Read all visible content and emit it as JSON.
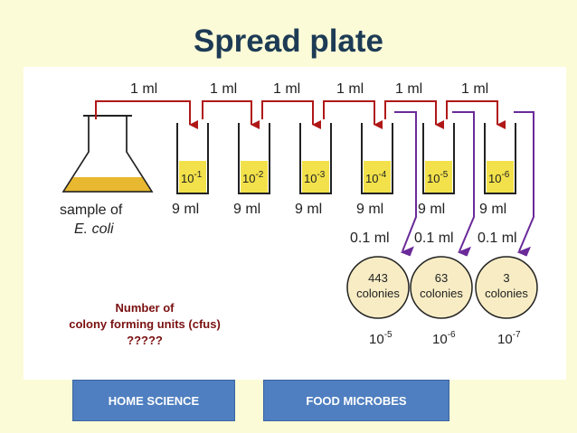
{
  "title": "Spread plate",
  "transfer_volume": "1 ml",
  "flask_label_line1": "sample of",
  "flask_label_line2": "E. coli",
  "tubes": [
    {
      "base": "10",
      "exp": "-1",
      "volume": "9 ml"
    },
    {
      "base": "10",
      "exp": "-2",
      "volume": "9 ml"
    },
    {
      "base": "10",
      "exp": "-3",
      "volume": "9 ml"
    },
    {
      "base": "10",
      "exp": "-4",
      "volume": "9 ml"
    },
    {
      "base": "10",
      "exp": "-5",
      "volume": "9 ml"
    },
    {
      "base": "10",
      "exp": "-6",
      "volume": "9 ml"
    }
  ],
  "plate_volume": "0.1 ml",
  "plates": [
    {
      "count": "443",
      "unit": "colonies",
      "base": "10",
      "exp": "-5"
    },
    {
      "count": "63",
      "unit": "colonies",
      "base": "10",
      "exp": "-6"
    },
    {
      "count": "3",
      "unit": "colonies",
      "base": "10",
      "exp": "-7"
    }
  ],
  "cfu_note": {
    "line1": "Number of",
    "line2": "colony forming units (cfus)",
    "line3": "?????"
  },
  "buttons": {
    "home": "HOME  SCIENCE",
    "food": "FOOD MICROBES"
  },
  "colors": {
    "liquid": "#f2e14a",
    "flask_liquid": "#e8b830",
    "red_arrow": "#b01818",
    "purple_arrow": "#6a2a9a",
    "plate_fill": "#f7ecc4"
  }
}
